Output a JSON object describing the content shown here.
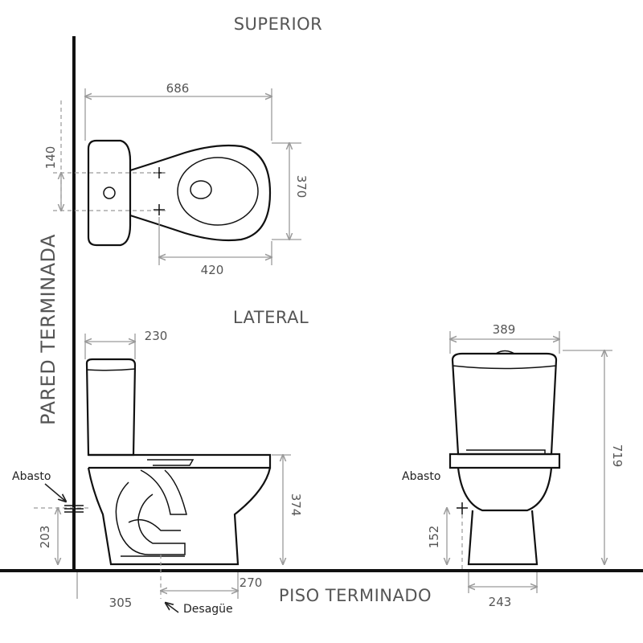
{
  "titles": {
    "top_view": "SUPERIOR",
    "side_view": "LATERAL",
    "wall": "PARED TERMINADA",
    "floor": "PISO TERMINADO"
  },
  "dimensions": {
    "top_width": "686",
    "top_offset": "140",
    "top_depth": "370",
    "top_bowl": "420",
    "side_tank": "230",
    "side_height": "374",
    "side_supply": "203",
    "side_drain": "305",
    "side_drain_offset": "270",
    "front_width": "389",
    "front_height": "719",
    "front_supply": "152",
    "front_base": "243"
  },
  "labels": {
    "supply_left": "Abasto",
    "supply_right": "Abasto",
    "drain": "Desagüe"
  },
  "colors": {
    "outline": "#111111",
    "dimension": "#9a9a9a",
    "text": "#555555"
  }
}
